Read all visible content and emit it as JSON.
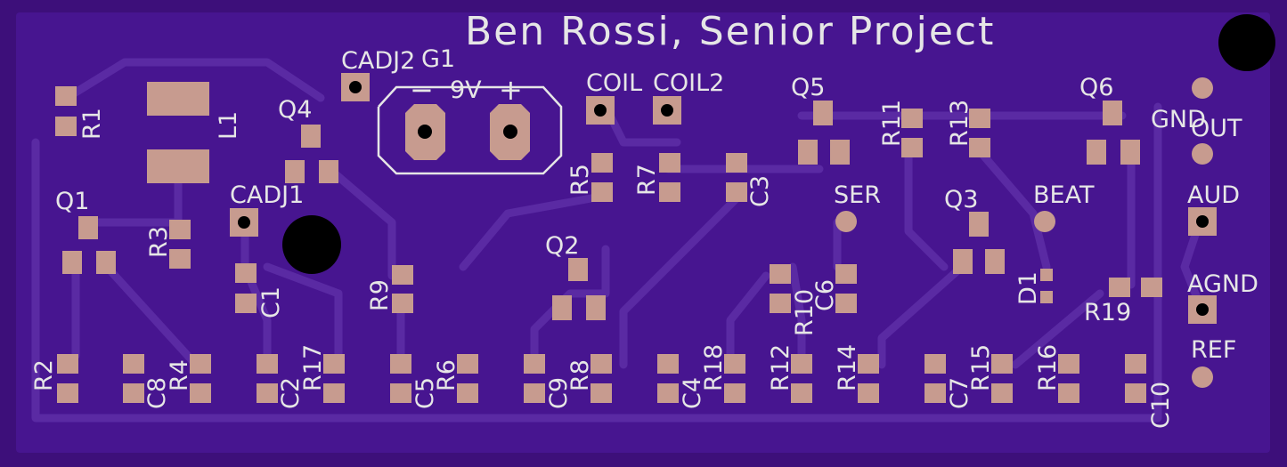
{
  "board": {
    "title": "Ben Rossi, Senior Project",
    "colors": {
      "board": "#3d0f7a",
      "copper": "#5a2aa3",
      "pad": "#c79b8f",
      "silk": "#e6e6e6",
      "background": "#000000"
    }
  },
  "labels": {
    "g1": "G1",
    "battery": "9V",
    "minus": "−",
    "plus": "+",
    "cadj2": "CADJ2",
    "cadj1": "CADJ1",
    "coil": "COIL",
    "coil2": "COIL2",
    "q1": "Q1",
    "q2": "Q2",
    "q3": "Q3",
    "q4": "Q4",
    "q5": "Q5",
    "q6": "Q6",
    "r1": "R1",
    "r2": "R2",
    "r3": "R3",
    "r4": "R4",
    "r5": "R5",
    "r6": "R6",
    "r7": "R7",
    "r8": "R8",
    "r9": "R9",
    "r10": "R10",
    "r11": "R11",
    "r12": "R12",
    "r13": "R13",
    "r14": "R14",
    "r15": "R15",
    "r16": "R16",
    "r17": "R17",
    "r18": "R18",
    "r19": "R19",
    "c1": "C1",
    "c2": "C2",
    "c3": "C3",
    "c4": "C4",
    "c5": "C5",
    "c6": "C6",
    "c7": "C7",
    "c8": "C8",
    "c9": "C9",
    "c10": "C10",
    "l1": "L1",
    "d1": "D1",
    "ser": "SER",
    "beat": "BEAT",
    "gnd": "GND",
    "out": "OUT",
    "aud": "AUD",
    "agnd": "AGND",
    "ref": "REF"
  }
}
